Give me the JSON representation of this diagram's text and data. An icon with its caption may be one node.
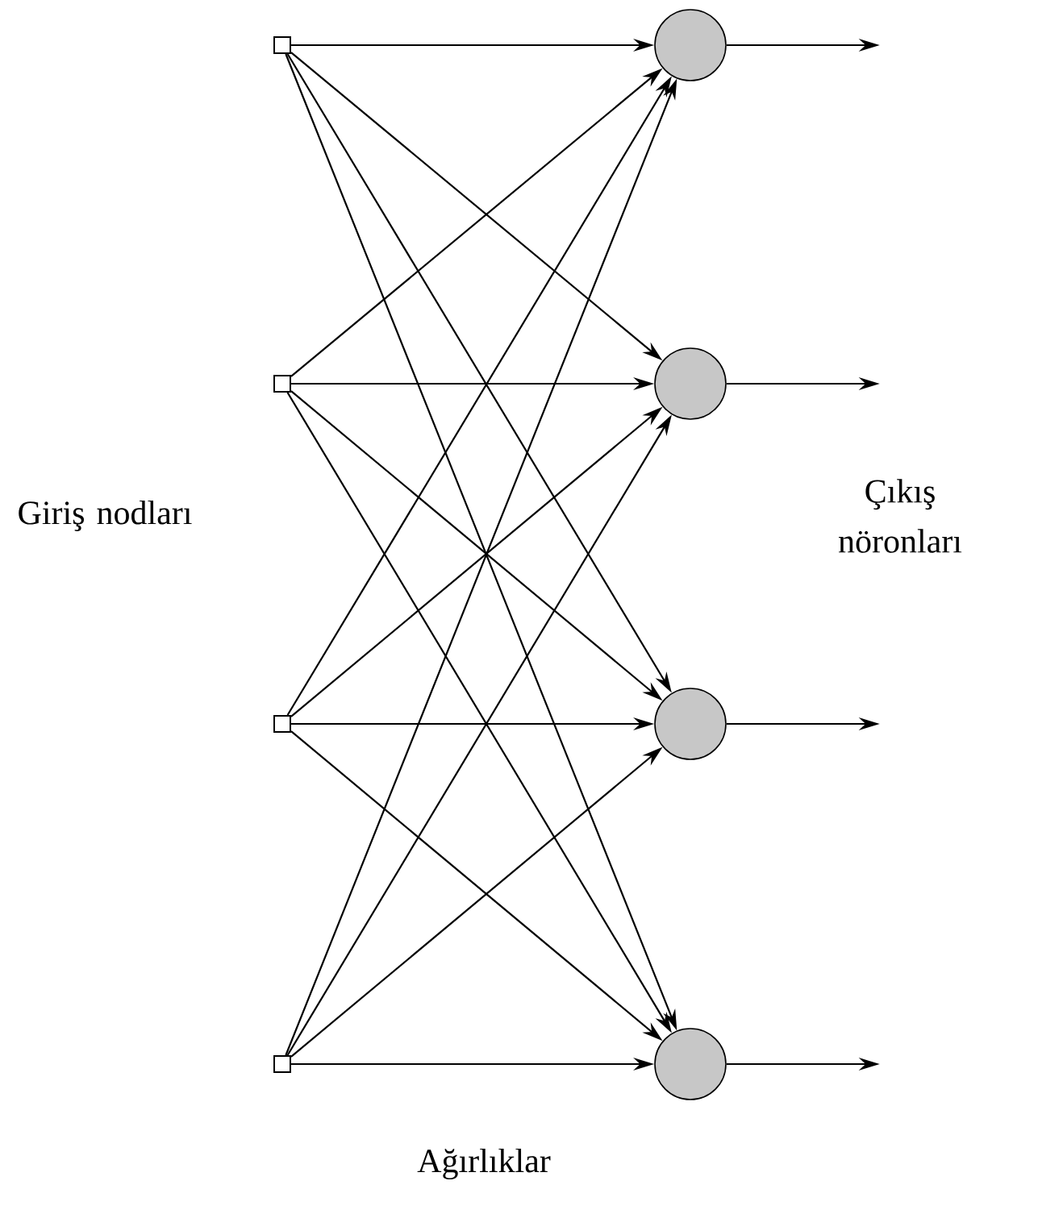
{
  "diagram": {
    "nodes": [
      {
        "text": [],
        "shape": "box"
      },
      {
        "text": [],
        "shape": "box"
      },
      {
        "text": [],
        "shape": "box"
      },
      {
        "text": [],
        "shape": "box"
      },
      {
        "text": [],
        "shape": "circle"
      },
      {
        "text": [],
        "shape": "circle"
      },
      {
        "text": [],
        "shape": "circle"
      },
      {
        "text": [],
        "shape": "circle"
      }
    ],
    "edges": [
      {
        "from": 0,
        "to": 4,
        "arrow": "to"
      },
      {
        "from": 0,
        "to": 5,
        "arrow": "to"
      },
      {
        "from": 0,
        "to": 6,
        "arrow": "to"
      },
      {
        "from": 0,
        "to": 7,
        "arrow": "to"
      },
      {
        "from": 1,
        "to": 4,
        "arrow": "to"
      },
      {
        "from": 1,
        "to": 5,
        "arrow": "to"
      },
      {
        "from": 1,
        "to": 6,
        "arrow": "to"
      },
      {
        "from": 1,
        "to": 7,
        "arrow": "to"
      },
      {
        "from": 2,
        "to": 4,
        "arrow": "to"
      },
      {
        "from": 2,
        "to": 5,
        "arrow": "to"
      },
      {
        "from": 2,
        "to": 6,
        "arrow": "to"
      },
      {
        "from": 2,
        "to": 7,
        "arrow": "to"
      },
      {
        "from": 3,
        "to": 4,
        "arrow": "to"
      },
      {
        "from": 3,
        "to": 5,
        "arrow": "to"
      },
      {
        "from": 3,
        "to": 6,
        "arrow": "to"
      },
      {
        "from": 3,
        "to": 7,
        "arrow": "to"
      },
      {
        "from": 4,
        "to": null,
        "arrow": "to"
      },
      {
        "from": 5,
        "to": null,
        "arrow": "to"
      },
      {
        "from": 6,
        "to": null,
        "arrow": "to"
      },
      {
        "from": 7,
        "to": null,
        "arrow": "to"
      }
    ],
    "labels": [
      "Giriş nodları",
      "Çıkış nöronları",
      "Ağırlıklar"
    ]
  }
}
